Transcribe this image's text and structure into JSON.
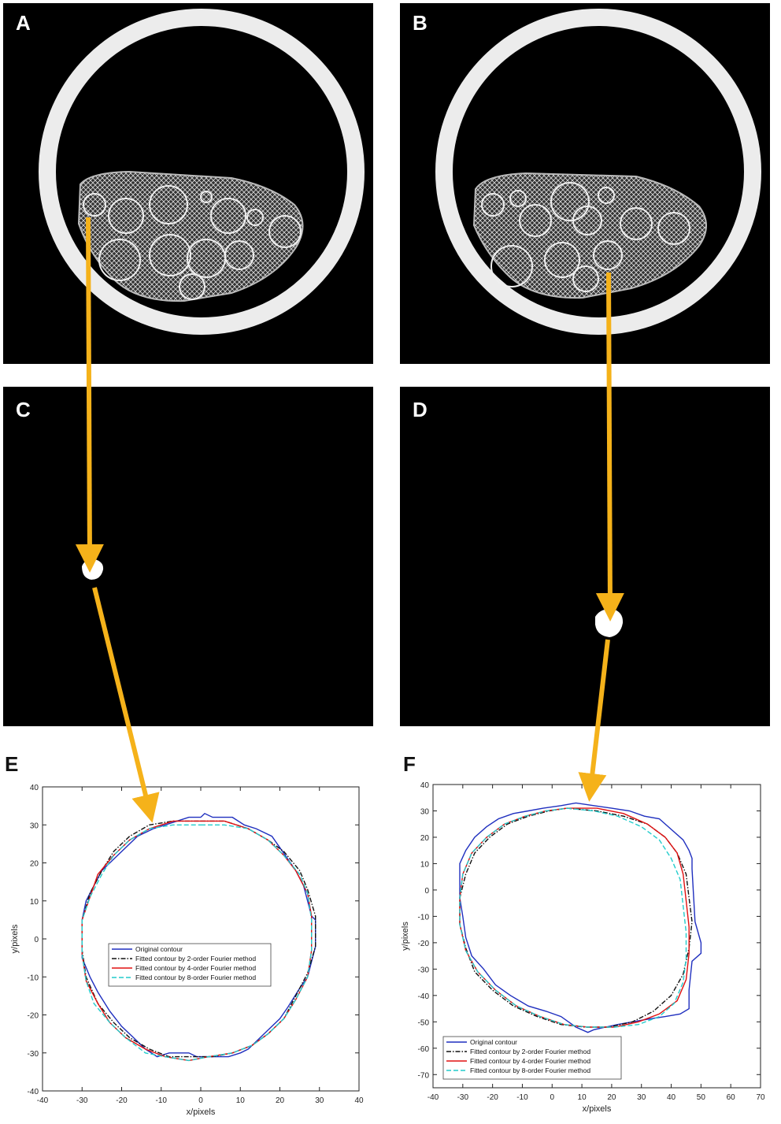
{
  "figure": {
    "panel_labels": {
      "a": "A",
      "b": "B",
      "c": "C",
      "d": "D",
      "e": "E",
      "f": "F"
    },
    "arrow_color": "#F5B21A"
  },
  "chart_data": [
    {
      "id": "E",
      "type": "line",
      "xlabel": "x/pixels",
      "ylabel": "y/pixels",
      "xlim": [
        -40,
        40
      ],
      "ylim": [
        -40,
        40
      ],
      "xticks": [
        -40,
        -30,
        -20,
        -10,
        0,
        10,
        20,
        30,
        40
      ],
      "yticks": [
        -40,
        -30,
        -20,
        -10,
        0,
        10,
        20,
        30,
        40
      ],
      "legend_position": "center",
      "series": [
        {
          "name": "Original contour",
          "color": "#1f2fbf",
          "style": "solid",
          "x": [
            0,
            1,
            3,
            8,
            11,
            14,
            18,
            20,
            22,
            24,
            26,
            27,
            28,
            29,
            29,
            28,
            27,
            25,
            22,
            20,
            17,
            14,
            12,
            10,
            7,
            4,
            1,
            -1,
            -3,
            -5,
            -8,
            -11,
            -14,
            -17,
            -20,
            -23,
            -26,
            -28,
            -30,
            -30,
            -29,
            -27,
            -25,
            -22,
            -19,
            -16,
            -12,
            -9,
            -6,
            -3,
            0
          ],
          "y": [
            32,
            33,
            32,
            32,
            30,
            29,
            27,
            24,
            21,
            18,
            14,
            10,
            6,
            5,
            -2,
            -6,
            -10,
            -13,
            -18,
            -21,
            -24,
            -27,
            -29,
            -30,
            -31,
            -31,
            -31,
            -31,
            -30,
            -30,
            -30,
            -31,
            -29,
            -26,
            -23,
            -19,
            -14,
            -10,
            -5,
            5,
            10,
            14,
            18,
            21,
            24,
            27,
            29,
            30,
            31,
            32,
            32
          ]
        },
        {
          "name": "Fitted contour by 2-order Fourier method",
          "color": "#111111",
          "style": "dashdot",
          "x": [
            0,
            6,
            12,
            17,
            21,
            25,
            27,
            29,
            29,
            27,
            24,
            21,
            17,
            13,
            8,
            3,
            -3,
            -8,
            -13,
            -18,
            -22,
            -26,
            -29,
            -30,
            -30,
            -28,
            -25,
            -22,
            -18,
            -13,
            -7,
            0
          ],
          "y": [
            31,
            31,
            29,
            26,
            23,
            18,
            13,
            6,
            -2,
            -9,
            -15,
            -21,
            -25,
            -28,
            -30,
            -31,
            -31,
            -31,
            -29,
            -26,
            -22,
            -17,
            -10,
            -3,
            5,
            12,
            18,
            23,
            27,
            30,
            31,
            31
          ]
        },
        {
          "name": "Fitted contour by 4-order Fourier method",
          "color": "#e01010",
          "style": "solid",
          "x": [
            0,
            6,
            12,
            17,
            21,
            24,
            27,
            28,
            28,
            27,
            24,
            21,
            17,
            13,
            8,
            2,
            -3,
            -9,
            -14,
            -19,
            -23,
            -26,
            -29,
            -30,
            -30,
            -28,
            -26,
            -22,
            -18,
            -13,
            -7,
            0
          ],
          "y": [
            31,
            31,
            29,
            26,
            22,
            18,
            12,
            6,
            -3,
            -10,
            -16,
            -21,
            -25,
            -28,
            -30,
            -31,
            -32,
            -31,
            -29,
            -26,
            -22,
            -17,
            -11,
            -4,
            5,
            11,
            17,
            22,
            26,
            29,
            31,
            31
          ]
        },
        {
          "name": "Fitted contour by 8-order Fourier method",
          "color": "#22cccc",
          "style": "dashed",
          "x": [
            0,
            6,
            12,
            17,
            21,
            25,
            27,
            28,
            28,
            27,
            24,
            21,
            17,
            13,
            8,
            2,
            -3,
            -9,
            -14,
            -19,
            -23,
            -27,
            -29,
            -30,
            -30,
            -28,
            -25,
            -22,
            -18,
            -13,
            -7,
            0
          ],
          "y": [
            30,
            30,
            29,
            26,
            22,
            17,
            12,
            5,
            -3,
            -10,
            -16,
            -21,
            -25,
            -28,
            -30,
            -31,
            -32,
            -31,
            -30,
            -26,
            -22,
            -17,
            -11,
            -4,
            5,
            11,
            17,
            22,
            26,
            29,
            30,
            30
          ]
        }
      ]
    },
    {
      "id": "F",
      "type": "line",
      "xlabel": "x/pixels",
      "ylabel": "y/pixels",
      "xlim": [
        -40,
        70
      ],
      "ylim": [
        -75,
        40
      ],
      "xticks": [
        -40,
        -30,
        -20,
        -10,
        0,
        10,
        20,
        30,
        40,
        50,
        60,
        70
      ],
      "yticks": [
        -70,
        -60,
        -50,
        -40,
        -30,
        -20,
        -10,
        0,
        10,
        20,
        30,
        40
      ],
      "legend_position": "bottom-left",
      "series": [
        {
          "name": "Original contour",
          "color": "#1f2fbf",
          "style": "solid",
          "x": [
            3,
            8,
            14,
            20,
            26,
            31,
            36,
            40,
            44,
            46,
            47,
            47,
            48,
            50,
            50,
            47,
            46,
            46,
            43,
            38,
            32,
            27,
            22,
            18,
            14,
            12,
            8,
            3,
            -2,
            -8,
            -14,
            -19,
            -23,
            -27,
            -29,
            -30,
            -31,
            -31,
            -31,
            -29,
            -26,
            -22,
            -18,
            -13,
            -8,
            -3,
            3
          ],
          "y": [
            32,
            33,
            32,
            31,
            30,
            28,
            27,
            23,
            19,
            15,
            12,
            8,
            -12,
            -20,
            -24,
            -27,
            -38,
            -45,
            -47,
            -48,
            -49,
            -50,
            -51,
            -52,
            -53,
            -54,
            -52,
            -48,
            -46,
            -44,
            -40,
            -36,
            -30,
            -25,
            -18,
            -10,
            -3,
            5,
            10,
            15,
            20,
            24,
            27,
            29,
            30,
            31,
            32
          ]
        },
        {
          "name": "Fitted contour by 2-order Fourier method",
          "color": "#111111",
          "style": "dashdot",
          "x": [
            5,
            15,
            24,
            32,
            38,
            42,
            45,
            46,
            47,
            46,
            44,
            40,
            34,
            27,
            19,
            11,
            3,
            -5,
            -13,
            -20,
            -26,
            -29,
            -31,
            -31,
            -29,
            -26,
            -21,
            -15,
            -8,
            -1,
            5
          ],
          "y": [
            31,
            30,
            28,
            25,
            20,
            14,
            6,
            -3,
            -12,
            -22,
            -32,
            -40,
            -46,
            -50,
            -52,
            -52,
            -51,
            -48,
            -44,
            -38,
            -31,
            -22,
            -13,
            -3,
            6,
            14,
            20,
            25,
            28,
            30,
            31
          ]
        },
        {
          "name": "Fitted contour by 4-order Fourier method",
          "color": "#e01010",
          "style": "solid",
          "x": [
            5,
            15,
            24,
            32,
            38,
            42,
            44,
            45,
            46,
            46,
            45,
            42,
            36,
            29,
            21,
            12,
            4,
            -4,
            -12,
            -19,
            -25,
            -29,
            -31,
            -31,
            -30,
            -27,
            -22,
            -16,
            -9,
            -2,
            5
          ],
          "y": [
            31,
            31,
            29,
            25,
            20,
            14,
            6,
            -4,
            -14,
            -24,
            -34,
            -42,
            -47,
            -50,
            -52,
            -52,
            -51,
            -48,
            -44,
            -38,
            -31,
            -23,
            -13,
            -3,
            6,
            14,
            20,
            25,
            28,
            30,
            31
          ]
        },
        {
          "name": "Fitted contour by 8-order Fourier method",
          "color": "#22cccc",
          "style": "dashed",
          "x": [
            5,
            14,
            22,
            30,
            36,
            40,
            43,
            44,
            45,
            45,
            44,
            41,
            36,
            29,
            21,
            12,
            4,
            -4,
            -12,
            -19,
            -25,
            -29,
            -31,
            -31,
            -30,
            -27,
            -22,
            -16,
            -9,
            -2,
            5
          ],
          "y": [
            31,
            30,
            28,
            24,
            19,
            12,
            4,
            -6,
            -16,
            -26,
            -35,
            -43,
            -48,
            -51,
            -52,
            -52,
            -51,
            -48,
            -44,
            -38,
            -31,
            -23,
            -13,
            -3,
            6,
            14,
            20,
            25,
            28,
            30,
            31
          ]
        }
      ]
    }
  ]
}
